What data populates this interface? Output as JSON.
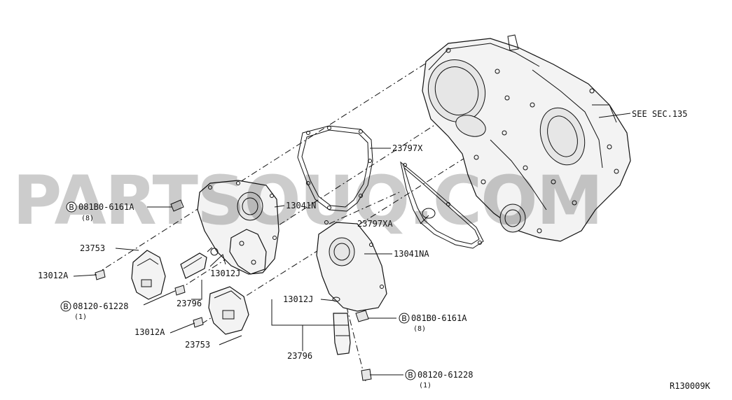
{
  "watermark": "PARTSOUQ.COM",
  "diagram_id": "R130009K",
  "callouts": {
    "see_sec": "SEE SEC.135",
    "p23797x": "23797X",
    "p23797xa": "23797XA",
    "p13041n": "13041N",
    "p13041na": "13041NA",
    "bolt_a_no": "081B0-6161A",
    "bolt_a_qty": "(8)",
    "bolt_b_no": "081B0-6161A",
    "bolt_b_qty": "(8)",
    "p23753_a": "23753",
    "p23753_b": "23753",
    "p13012a_a": "13012A",
    "p13012a_b": "13012A",
    "p13012j_a": "13012J",
    "p13012j_b": "13012J",
    "p23796_a": "23796",
    "p23796_b": "23796",
    "bolt_c_no": "08120-61228",
    "bolt_c_qty": "(1)",
    "bolt_d_no": "08120-61228",
    "bolt_d_qty": "(1)",
    "b_mark": "B"
  }
}
